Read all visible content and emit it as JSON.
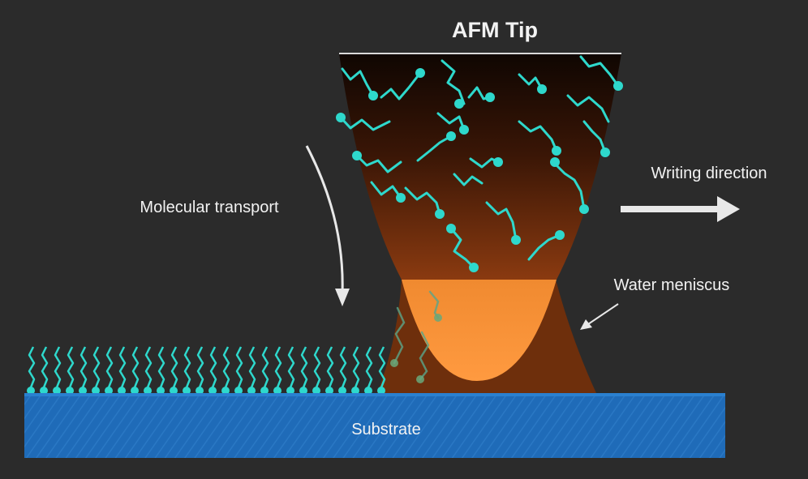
{
  "labels": {
    "tip": "AFM Tip",
    "writing_direction": "Writing direction",
    "molecular_transport": "Molecular transport",
    "water_meniscus": "Water meniscus",
    "substrate": "Substrate"
  },
  "colors": {
    "background": "#2b2b2b",
    "tip_dark": "#1c0b03",
    "tip_light": "#8a3a10",
    "meniscus": "#6e2f0c",
    "water": "#f08a30",
    "molecule": "#2ed8cc",
    "substrate": "#1f6bb8",
    "arrow": "#e8e8e8",
    "text": "#f2f2f2"
  }
}
